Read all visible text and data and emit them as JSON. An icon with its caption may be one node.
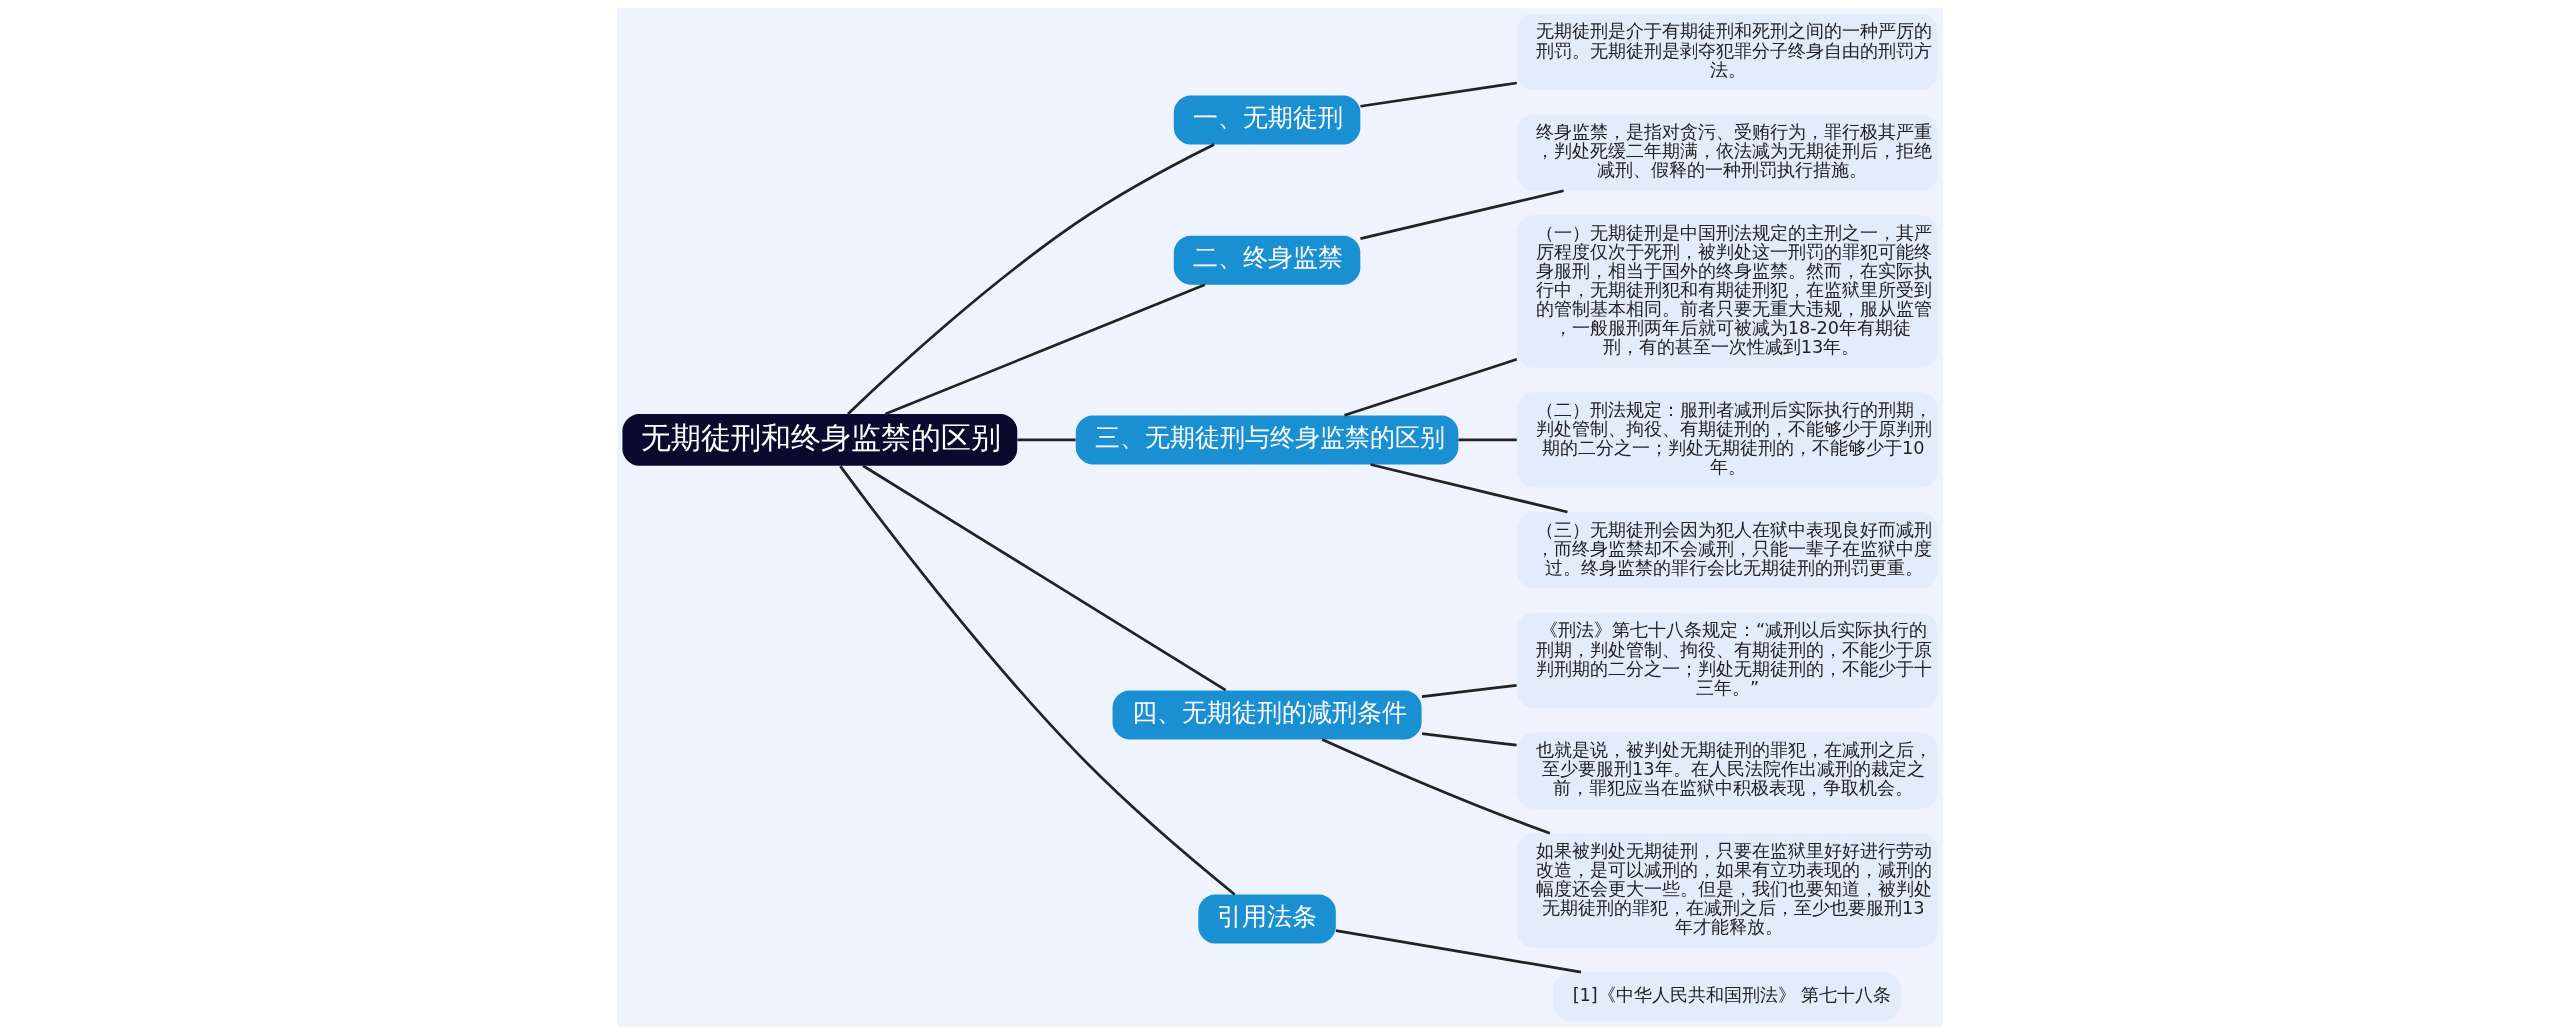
{
  "diagram": {
    "nodes": [
      {
        "text": [
          "无期徒刑和终身监禁的区别"
        ]
      },
      {
        "text": [
          "一、无期徒刑"
        ]
      },
      {
        "text": [
          "无期徒刑是介于有期徒刑和死刑之间的一种严厉的刑罚。无期徒刑是剥夺犯罪分子终身自由的刑罚方法。"
        ]
      },
      {
        "text": [
          "二、终身监禁"
        ]
      },
      {
        "text": [
          "终身监禁，是指对贪污、受贿行为，罪行极其严重，判处死缓二年期满，依法减为无期徒刑后，拒绝减刑、假释的一种刑罚执行措施。"
        ]
      },
      {
        "text": [
          "三、无期徒刑与终身监禁的区别"
        ]
      },
      {
        "text": [
          "（一）无期徒刑是中国刑法规定的主刑之一，其严厉程度仅次于死刑，被判处这一刑罚的罪犯可能终身服刑，相当于国外的终身监禁。然而，在实际执行中，无期徒刑犯和有期徒刑犯，在监狱里所受到的管制基本相同。前者只要无重大违规，服从监管，一般服刑两年后就可被减为18-20年有期徒刑，有的甚至一次性减到13年。"
        ]
      },
      {
        "text": [
          "（二）刑法规定：服刑者减刑后实际执行的刑期，判处管制、拘役、有期徒刑的，不能够少于原判刑期的二分之一；判处无期徒刑的，不能够少于10年。"
        ]
      },
      {
        "text": [
          "（三）无期徒刑会因为犯人在狱中表现良好而减刑，而终身监禁却不会减刑，只能一辈子在监狱中度过。终身监禁的罪行会比无期徒刑的刑罚更重。"
        ]
      },
      {
        "text": [
          "四、无期徒刑的减刑条件"
        ]
      },
      {
        "text": [
          "《刑法》第七十八条规定：“减刑以后实际执行的刑期，判处管制、拘役、有期徒刑的，不能少于原判刑期的二分之一；判处无期徒刑的，不能少于十三年。”"
        ]
      },
      {
        "text": [
          "也就是说，被判处无期徒刑的罪犯，在减刑之后，至少要服刑13年。在人民法院作出减刑的裁定之前，罪犯应当在监狱中积极表现，争取机会。"
        ]
      },
      {
        "text": [
          "如果被判处无期徒刑，只要在监狱里好好进行劳动改造，是可以减刑的，如果有立功表现的，减刑的幅度还会更大一些。但是，我们也要知道，被判处无期徒刑的罪犯，在减刑之后，至少也要服刑13年才能释放。"
        ]
      },
      {
        "text": [
          "引用法条"
        ]
      },
      {
        "text": [
          "[1]《中华人民共和国刑法》 第七十八条"
        ]
      }
    ],
    "edges": [
      {
        "from": 0,
        "to": 1,
        "arrow": "none"
      },
      {
        "from": 1,
        "to": 2,
        "arrow": "none"
      },
      {
        "from": 0,
        "to": 3,
        "arrow": "none"
      },
      {
        "from": 3,
        "to": 4,
        "arrow": "none"
      },
      {
        "from": 0,
        "to": 5,
        "arrow": "none"
      },
      {
        "from": 5,
        "to": 6,
        "arrow": "none"
      },
      {
        "from": 5,
        "to": 7,
        "arrow": "none"
      },
      {
        "from": 5,
        "to": 8,
        "arrow": "none"
      },
      {
        "from": 0,
        "to": 9,
        "arrow": "none"
      },
      {
        "from": 9,
        "to": 10,
        "arrow": "none"
      },
      {
        "from": 9,
        "to": 11,
        "arrow": "none"
      },
      {
        "from": 9,
        "to": 12,
        "arrow": "none"
      },
      {
        "from": 0,
        "to": 13,
        "arrow": "none"
      },
      {
        "from": 13,
        "to": 14,
        "arrow": "none"
      }
    ]
  }
}
